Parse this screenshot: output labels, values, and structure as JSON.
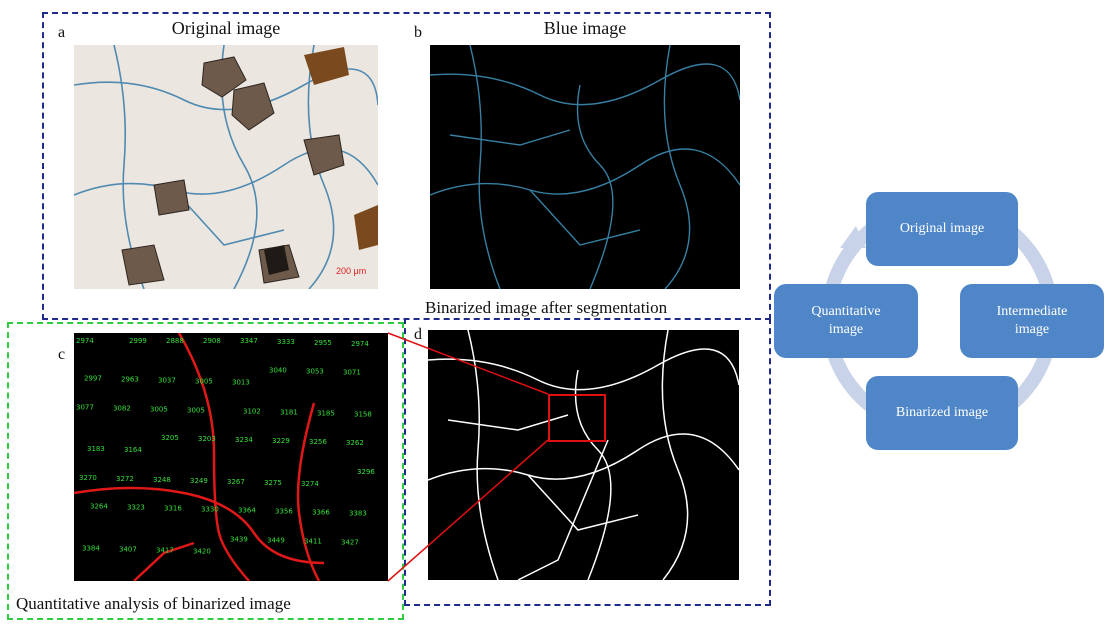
{
  "panels": {
    "a": {
      "letter": "a",
      "title": "Original image",
      "scalebar": "200 μm"
    },
    "b": {
      "letter": "b",
      "title": "Blue image"
    },
    "c": {
      "letter": "c",
      "caption": "Quantitative analysis of binarized image"
    },
    "d": {
      "letter": "d",
      "caption": "Binarized image after segmentation"
    }
  },
  "cycle": {
    "nodes": [
      {
        "id": "top",
        "label": "Original image"
      },
      {
        "id": "right",
        "label": "Intermediate image"
      },
      {
        "id": "bottom",
        "label": "Binarized image"
      },
      {
        "id": "left",
        "label": "Quantitative image"
      }
    ]
  },
  "labels_c": [
    "2974",
    "2999",
    "2888",
    "2908",
    "3347",
    "3333",
    "2955",
    "2974",
    "2997",
    "2963",
    "3037",
    "3005",
    "3013",
    "3040",
    "3053",
    "3071",
    "3077",
    "3082",
    "3005",
    "3005",
    "3102",
    "3181",
    "3185",
    "3158",
    "3183",
    "3164",
    "3205",
    "3203",
    "3234",
    "3229",
    "3256",
    "3262",
    "3270",
    "3272",
    "3248",
    "3249",
    "3267",
    "3275",
    "3274",
    "3296",
    "3264",
    "3323",
    "3316",
    "3330",
    "3364",
    "3356",
    "3366",
    "3383",
    "3384",
    "3407",
    "3417",
    "3420",
    "3439",
    "3449",
    "3411",
    "3427"
  ]
}
